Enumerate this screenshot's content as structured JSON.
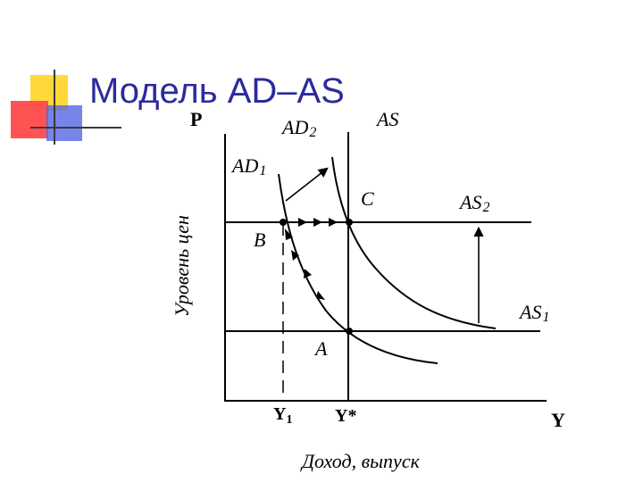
{
  "slide": {
    "title": "Модель AD–AS"
  },
  "diagram": {
    "labels": {
      "p_axis": "P",
      "y_axis": "Y",
      "y_axis_title": "Уровень цен",
      "x_axis_title": "Доход, выпуск",
      "ad1": "AD",
      "ad1_sub": "1",
      "ad2": "AD",
      "ad2_sub": "2",
      "as_long": "AS",
      "as1": "AS",
      "as1_sub": "1",
      "as2": "AS",
      "as2_sub": "2",
      "point_a": "A",
      "point_b": "B",
      "point_c": "C",
      "y1": "Y",
      "y1_sub": "1",
      "y_star": "Y*"
    },
    "colors": {
      "title": "#2b2b9c",
      "ink": "#000000",
      "deco_yellow": "#ffd83a",
      "deco_red": "#ff4a4a",
      "deco_blue": "#5566e6"
    }
  }
}
